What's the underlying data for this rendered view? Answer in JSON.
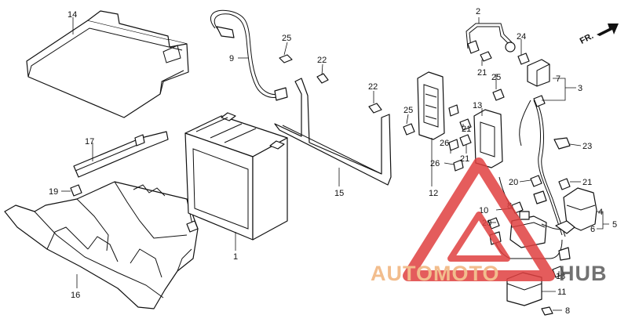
{
  "diagram": {
    "callouts": [
      "1",
      "2",
      "3",
      "4",
      "5",
      "6",
      "7",
      "8",
      "9",
      "10",
      "11",
      "12",
      "13",
      "14",
      "15",
      "16",
      "17",
      "18",
      "19",
      "20",
      "21",
      "22",
      "23",
      "24",
      "25",
      "26"
    ],
    "direction_label": "FR."
  },
  "watermark": {
    "brand_left": "AUTOMOTO",
    "brand_right": "HUB",
    "color_left": "#f0b27a",
    "color_right": "#5a5a5a",
    "triangle_color": "#e04040"
  }
}
